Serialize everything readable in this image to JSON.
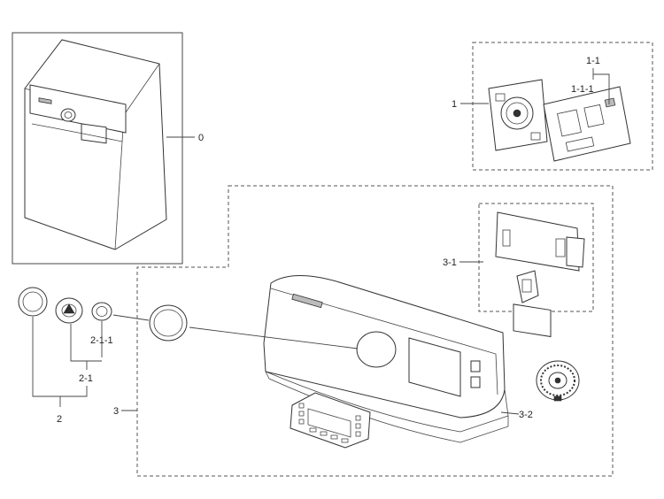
{
  "labels": {
    "part_0": "0",
    "part_1": "1",
    "part_1_1": "1-1",
    "part_1_1_1": "1-1-1",
    "part_2": "2",
    "part_2_1": "2-1",
    "part_2_1_1": "2-1-1",
    "part_3": "3",
    "part_3_1": "3-1",
    "part_3_2": "3-2"
  }
}
